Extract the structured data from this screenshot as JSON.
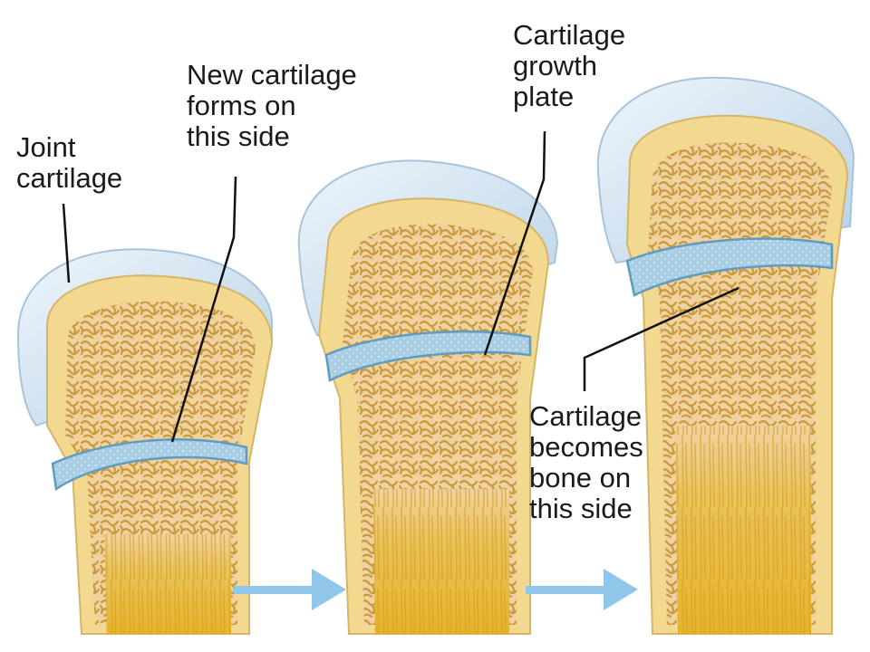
{
  "labels": {
    "joint_cartilage": [
      "Joint",
      "cartilage"
    ],
    "new_cartilage": [
      "New cartilage",
      "forms on",
      "this side"
    ],
    "growth_plate": [
      "Cartilage",
      "growth",
      "plate"
    ],
    "becomes_bone": [
      "Cartilage",
      "becomes",
      "bone on",
      "this side"
    ]
  },
  "colors": {
    "joint_cartilage": "#cfe0ee",
    "cortical_bone": "#f3d890",
    "spongy_bone": "#f0d2a0",
    "bone_texture": "#c89a3c",
    "growth_plate": "#9cc6df",
    "marrow_cavity": "#e8b830",
    "arrow": "#8fc6ea"
  },
  "stages": [
    "small",
    "medium",
    "large"
  ]
}
